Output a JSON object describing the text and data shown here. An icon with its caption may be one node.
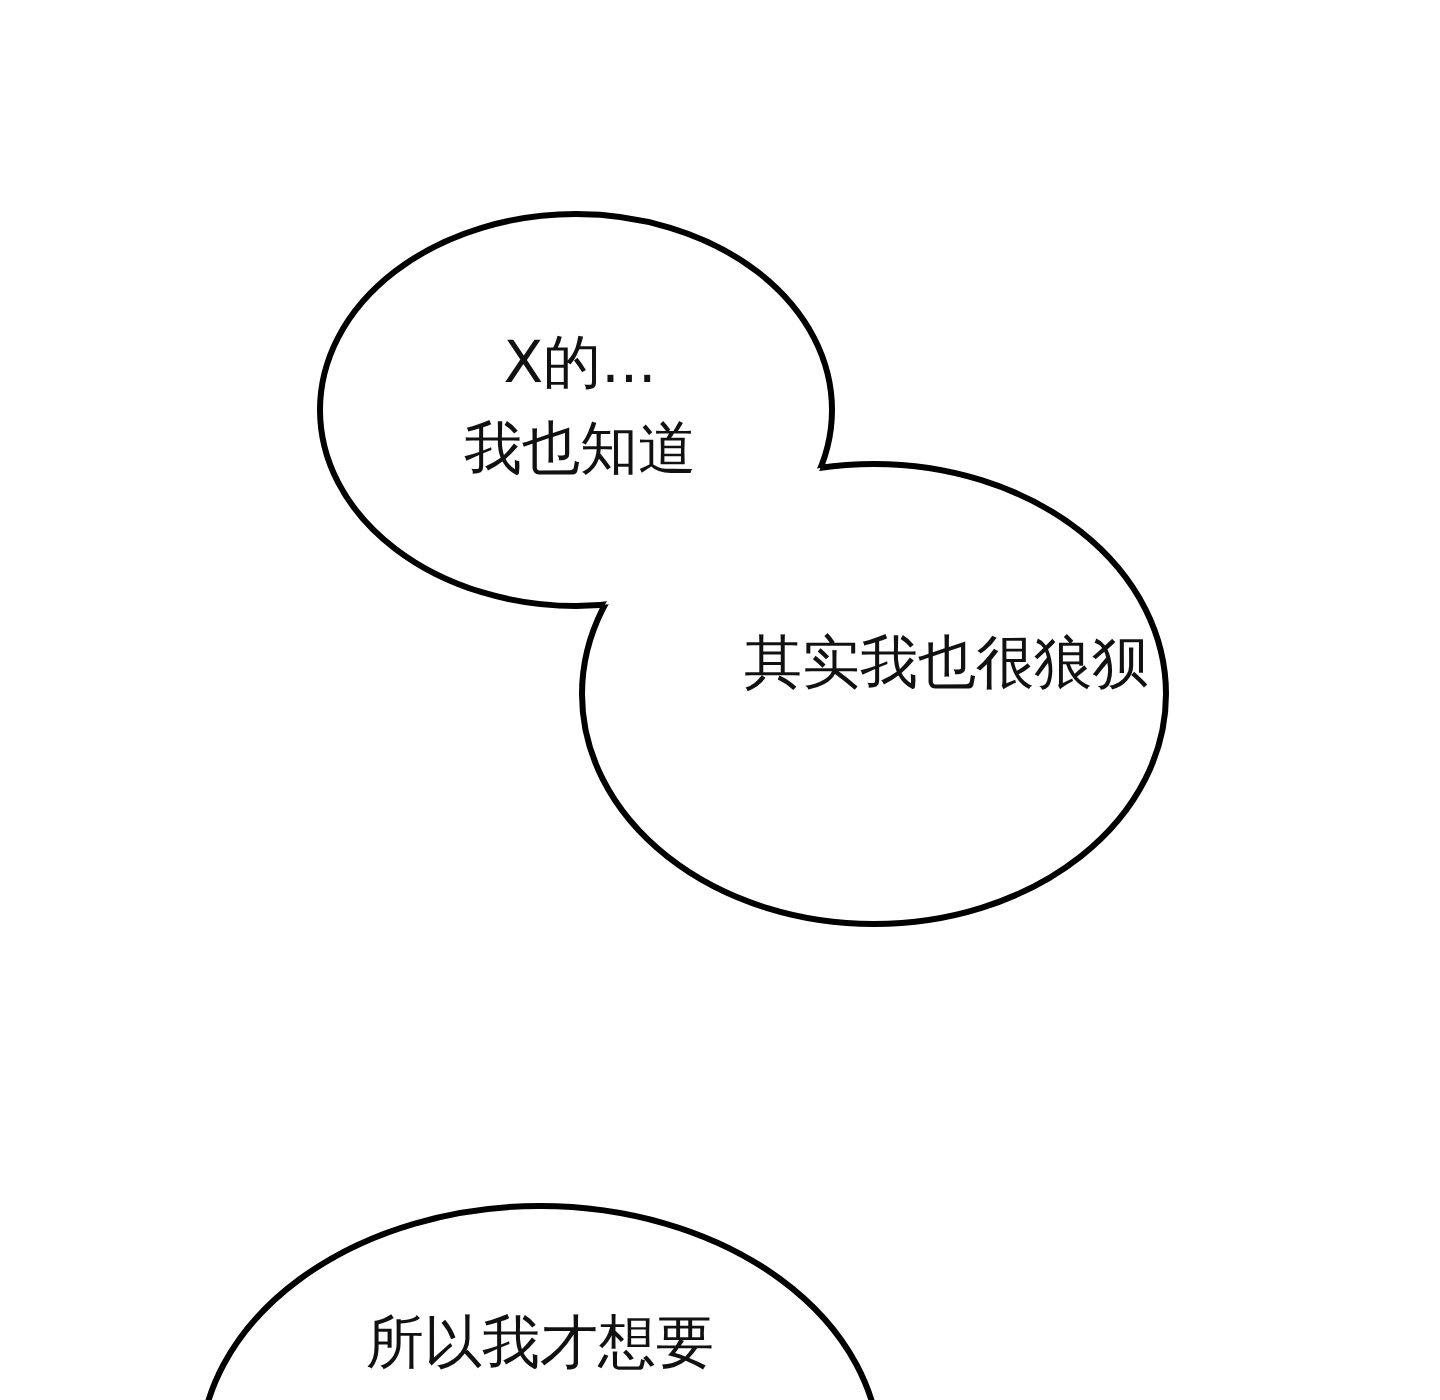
{
  "diagram": {
    "nodes": [
      {
        "text": [
          "X的... 我也知道"
        ]
      },
      {
        "text": [
          "其实我也很狼狈"
        ]
      },
      {
        "text": [
          "所以我才想要"
        ]
      }
    ]
  }
}
